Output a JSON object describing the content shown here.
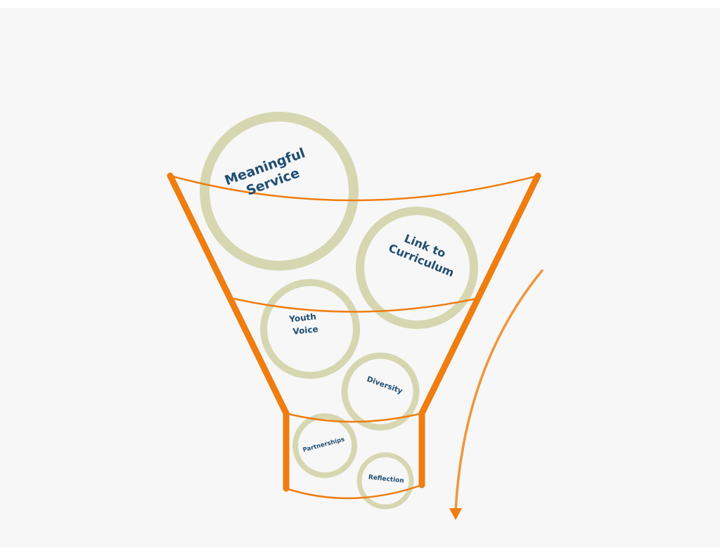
{
  "diagram": {
    "type": "funnel",
    "colors": {
      "background": "#f7f7f7",
      "funnel_stroke": "#ef7d0f",
      "arrow_stroke": "#f0963a",
      "circle_stroke": "#d6d7b1",
      "label_text": "#1f4e72"
    },
    "circles": [
      {
        "id": "meaningful-service",
        "line1": "Meaningful",
        "line2": "Service"
      },
      {
        "id": "link-to-curriculum",
        "line1": "Link to",
        "line2": "Curriculum"
      },
      {
        "id": "youth-voice",
        "line1": "Youth",
        "line2": "Voice"
      },
      {
        "id": "diversity",
        "line1": "Diversity"
      },
      {
        "id": "partnerships",
        "line1": "Partnerships"
      },
      {
        "id": "reflection",
        "line1": "Reflection"
      }
    ],
    "flow_arrow": {
      "direction": "down"
    }
  }
}
